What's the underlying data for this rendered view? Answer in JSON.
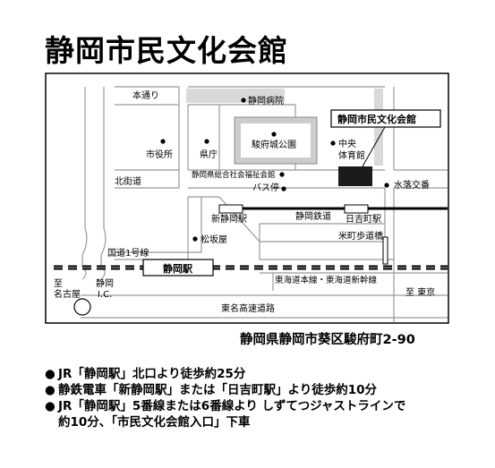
{
  "title": "静岡市民文化会館",
  "address": "静岡県静岡市葵区駿府町2-90",
  "map": {
    "labels": {
      "honcho_dori": "本通り",
      "shizuoka_hospital": "静岡病院",
      "sunpu_castle_park": "駿府城公園",
      "city_hall": "市役所",
      "prefectural_office": "県庁",
      "chuo_gym_1": "中央",
      "chuo_gym_2": "体育館",
      "kitakaido": "北街道",
      "welfare_hall": "静岡県総合社会福祉会館",
      "bus_stop": "バス停",
      "mizuochi": "水落交番",
      "shin_shizuoka_station": "新静岡駅",
      "shizutetsu_line": "静岡鉄道",
      "hiyoshicho_station": "日吉町駅",
      "matsuzakaya": "松坂屋",
      "yonemachi_bridge": "米町歩道橋",
      "route1": "国道1号線",
      "shizuoka_station": "静岡駅",
      "to_nagoya_1": "至",
      "to_nagoya_2": "名古屋",
      "shizuoka_ic_1": "静岡",
      "shizuoka_ic_2": "I.C.",
      "tokaido_lines": "東海道本線・東海道新幹線",
      "to_tokyo": "至 東京",
      "tomei": "東名高速道路",
      "venue_callout": "静岡市民文化会館"
    }
  },
  "directions": [
    {
      "bullet": "●",
      "lines": [
        "JR「静岡駅」北口より徒歩約25分"
      ]
    },
    {
      "bullet": "●",
      "lines": [
        "静鉄電車「新静岡駅」または「日吉町駅」より徒歩約10分"
      ]
    },
    {
      "bullet": "●",
      "lines": [
        "JR「静岡駅」5番線または6番線より しずてつジャストラインで",
        "約10分、「市民文化会館入口」下車"
      ]
    }
  ]
}
